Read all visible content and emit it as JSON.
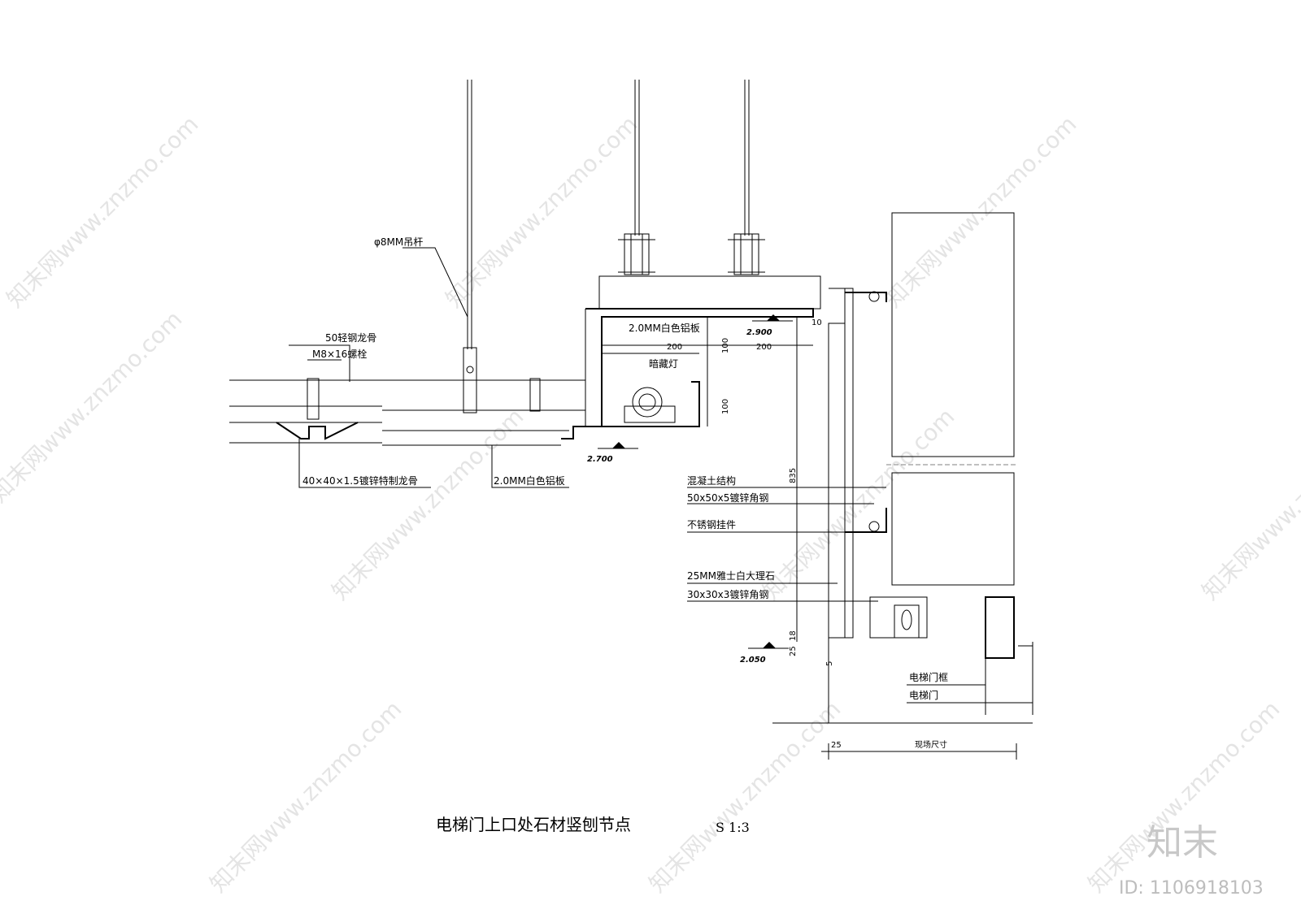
{
  "drawing": {
    "title": "电梯门上口处石材竖刨节点",
    "scale": "S 1:3"
  },
  "labels": {
    "rod": "φ8MM吊杆",
    "keel50": "50轻钢龙骨",
    "bolt": "M8×16螺栓",
    "special_keel": "40×40×1.5镀锌特制龙骨",
    "alu_panel_low": "2.0MM白色铝板",
    "alu_panel_high": "2.0MM白色铝板",
    "hidden_light": "暗藏灯",
    "concrete": "混凝土结构",
    "angle50": "50x50x5镀锌角钢",
    "ss_hanger": "不锈钢挂件",
    "marble": "25MM雅士白大理石",
    "angle30": "30x30x3镀锌角钢",
    "door_frame": "电梯门框",
    "door": "电梯门"
  },
  "dimensions": {
    "d200_left": "200",
    "d200_right": "200",
    "d100_top": "100",
    "d100_bottom": "100",
    "d10": "10",
    "d835": "835",
    "d25_v": "25",
    "d18": "18",
    "d5": "5",
    "d25_h": "25",
    "site": "现场尺寸"
  },
  "elevations": {
    "e2900": "2.900",
    "e2700": "2.700",
    "e2050": "2.050"
  },
  "watermarks": {
    "text": "知末网www.znzmo.com",
    "brand": "知末",
    "id": "ID: 1106918103"
  }
}
